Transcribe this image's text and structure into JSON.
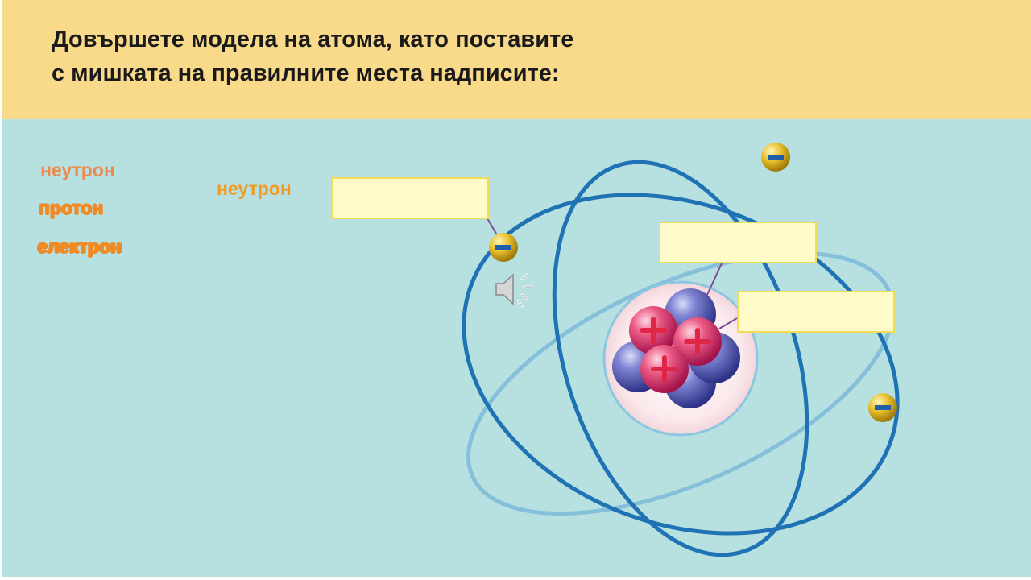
{
  "header": {
    "title_line1": "Довършете модела на атома, като поставите",
    "title_line2": "с мишката на правилните места надписите:"
  },
  "word_bank": [
    {
      "label": "неутрон"
    },
    {
      "label": "протон"
    },
    {
      "label": "електрон"
    }
  ],
  "placed_label": "неутрон",
  "drop_targets": [
    {
      "value": ""
    },
    {
      "value": ""
    },
    {
      "value": ""
    }
  ],
  "icons": {
    "speaker": "speaker-icon",
    "electron": "electron-minus",
    "proton": "proton-plus",
    "neutron": "neutron-sphere"
  },
  "colors": {
    "header_bg": "#f9d98a",
    "slide_bg": "#b7e0e1",
    "orbit": "#1a73b8",
    "word_color": "#f08a24",
    "drop_box_fill": "#fffbc8",
    "drop_box_border": "#f1dc55",
    "proton": "#e23a6a",
    "neutron": "#4a4fa8",
    "electron": "#e2b520"
  }
}
